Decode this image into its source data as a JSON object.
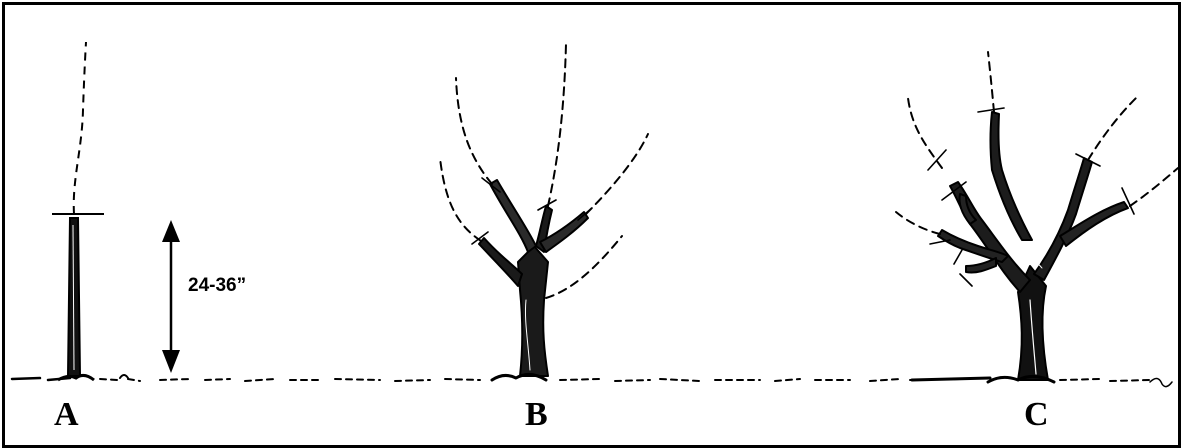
{
  "figure": {
    "panels": [
      {
        "label": "A"
      },
      {
        "label": "B"
      },
      {
        "label": "C"
      }
    ],
    "measurement": {
      "label": "24-36”"
    },
    "colors": {
      "ink": "#000000",
      "background": "#ffffff"
    }
  }
}
